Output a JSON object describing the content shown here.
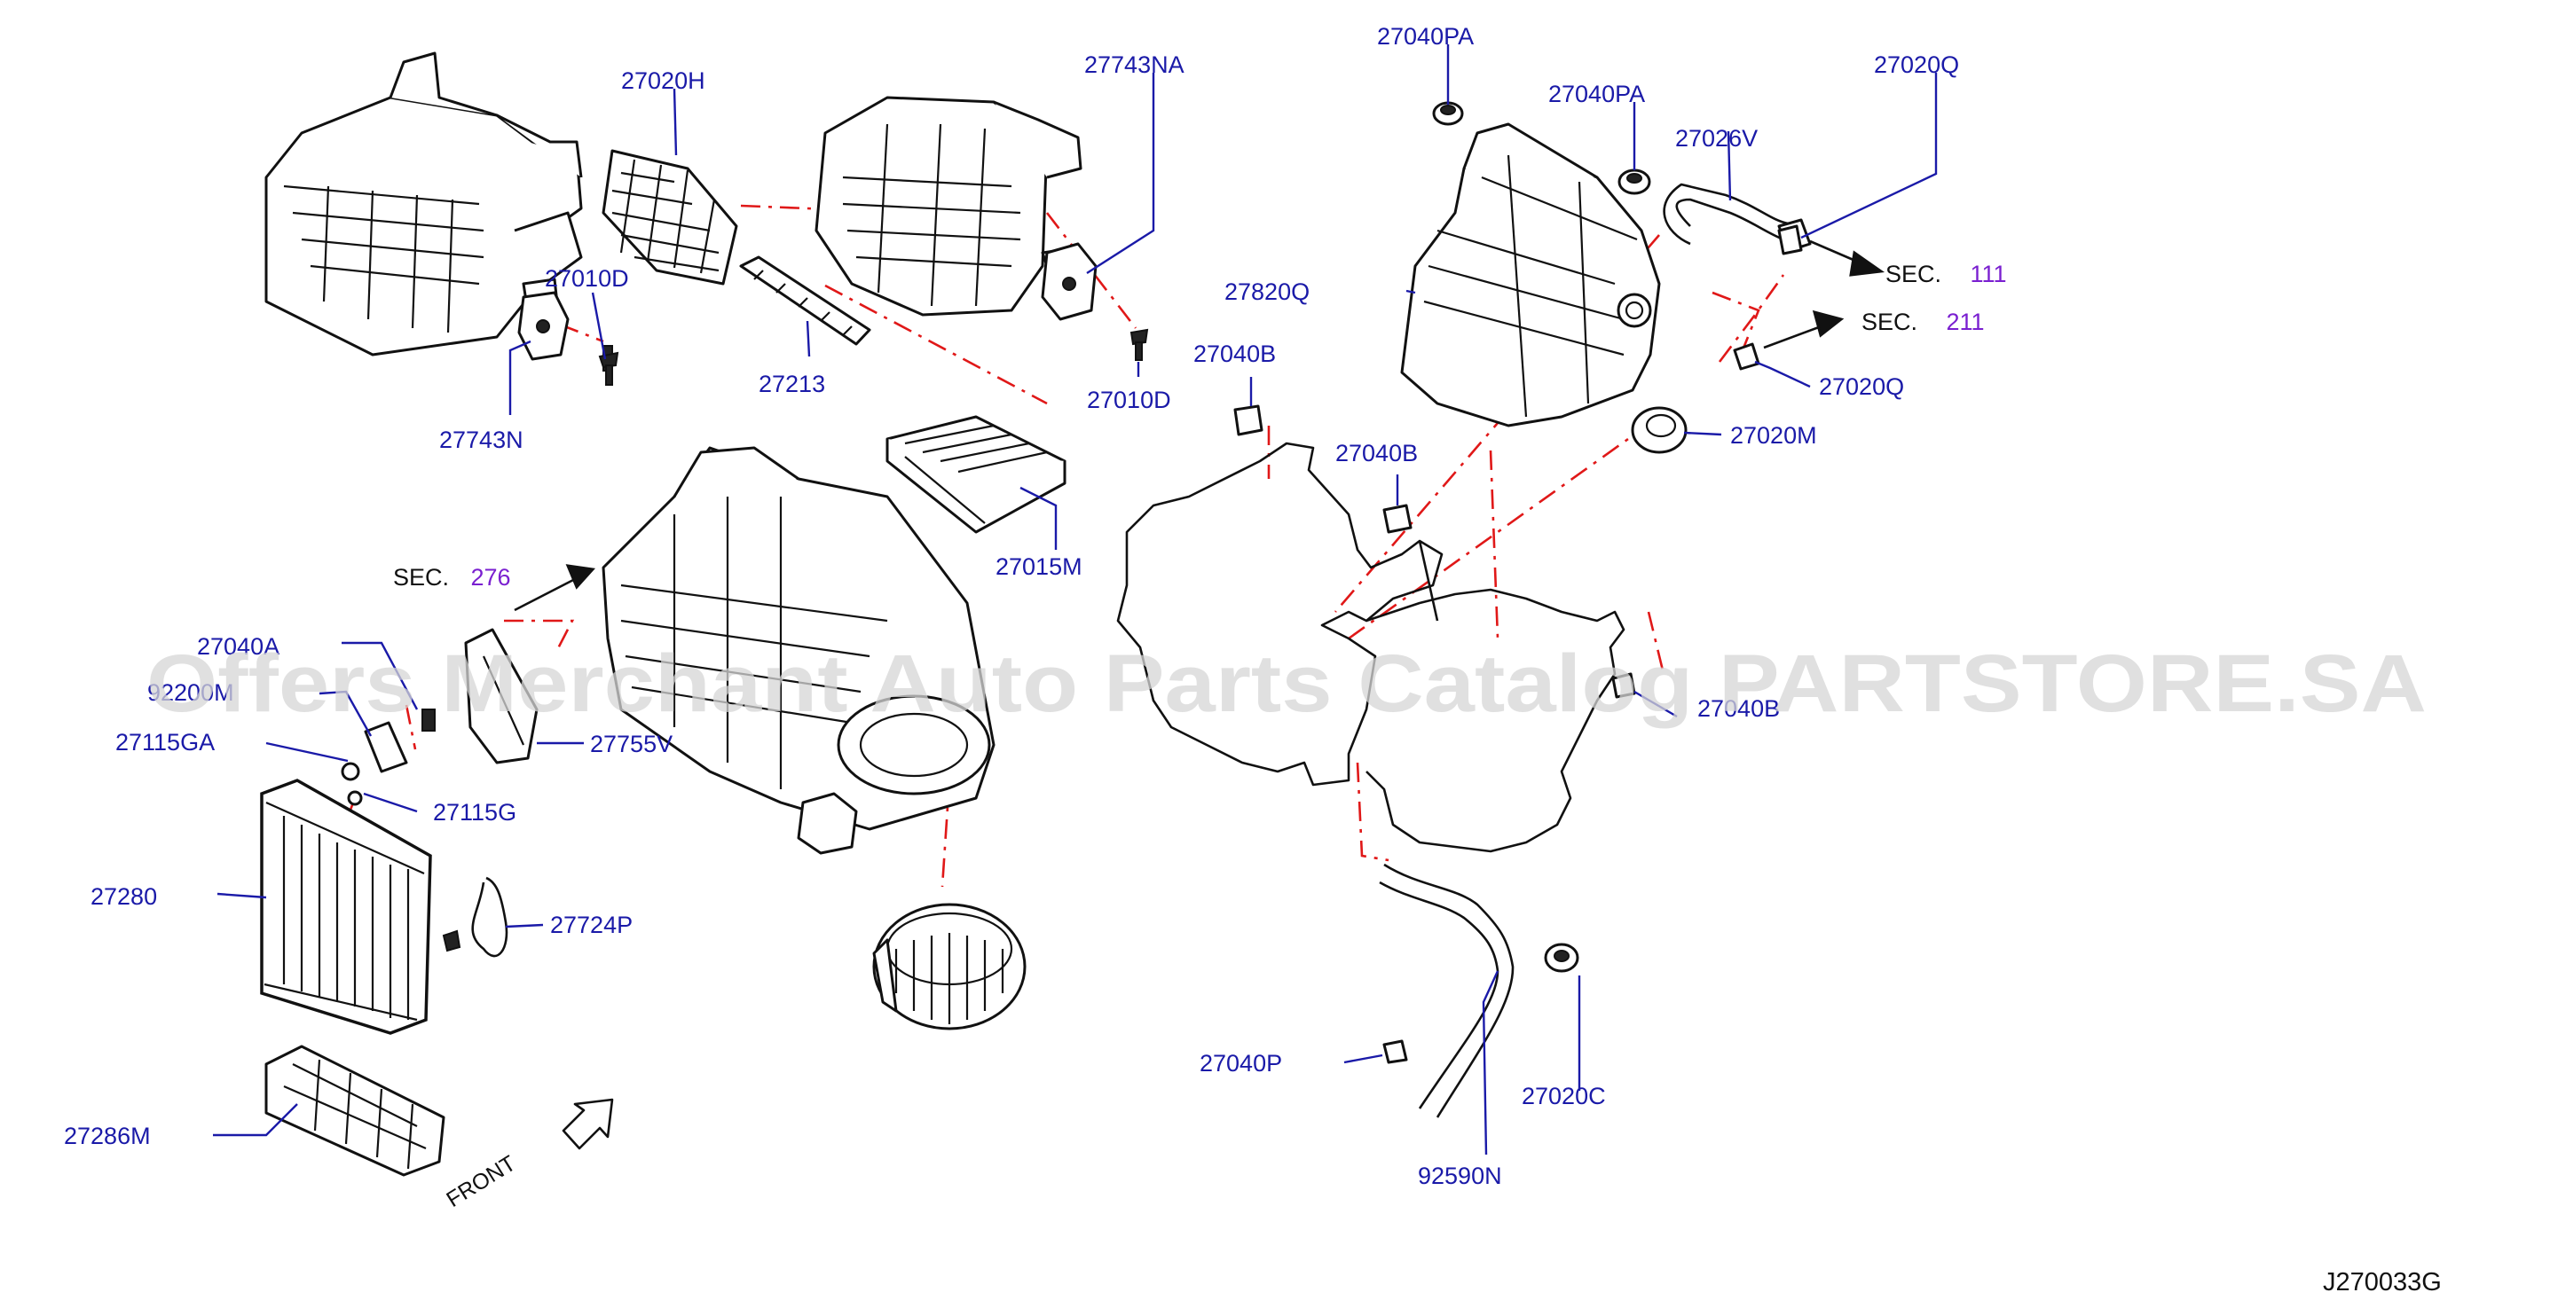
{
  "diagram": {
    "part_labels": {
      "p27020H": "27020H",
      "p27743NA": "27743NA",
      "p27040PA_top": "27040PA",
      "p27040PA_mid": "27040PA",
      "p27020Q_top": "27020Q",
      "p27026V": "27026V",
      "p27010D_left": "27010D",
      "p27213": "27213",
      "p27010D_right": "27010D",
      "p27743N": "27743N",
      "p27820Q": "27820Q",
      "p27040B_top": "27040B",
      "p27040B_mid": "27040B",
      "p27040B_right": "27040B",
      "p27020Q_right": "27020Q",
      "p27020M": "27020M",
      "p27015M": "27015M",
      "p27040A": "27040A",
      "p92200M": "92200M",
      "p27115GA": "27115GA",
      "p27755V": "27755V",
      "p27115G": "27115G",
      "p27280": "27280",
      "p27724P": "27724P",
      "p27286M": "27286M",
      "p27040P": "27040P",
      "p27020C": "27020C",
      "p92590N": "92590N"
    },
    "section_refs": [
      {
        "prefix": "SEC.",
        "number": "111"
      },
      {
        "prefix": "SEC.",
        "number": "211"
      },
      {
        "prefix": "SEC.",
        "number": "276"
      }
    ],
    "front_label": "FRONT",
    "diagram_code": "J270033G",
    "watermark": "Offers Merchant Auto Parts Catalog PARTSTORE.SA",
    "colors": {
      "label_blue": "#1a1aa8",
      "section_purple": "#7a1fd0",
      "dash_red": "#e01818",
      "line_black": "#111111"
    }
  }
}
